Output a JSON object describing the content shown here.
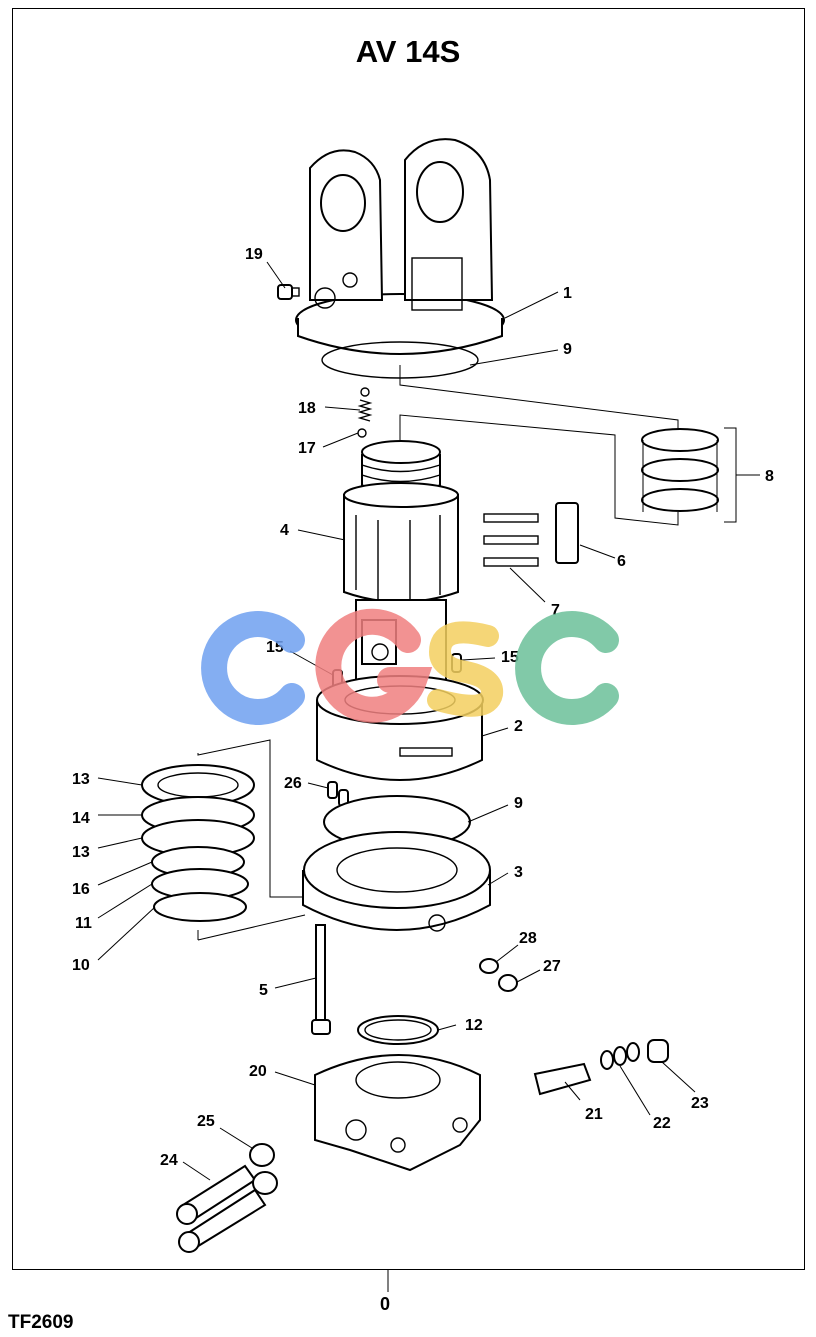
{
  "title": "AV 14S",
  "footer": {
    "reference": "0",
    "figure_code": "TF2609"
  },
  "watermark": {
    "text": "CGSC",
    "colors": [
      "#6fa0f0",
      "#f08080",
      "#f4d060",
      "#6cc09a"
    ]
  },
  "callouts": [
    "1",
    "2",
    "3",
    "4",
    "5",
    "6",
    "7",
    "8",
    "9",
    "9",
    "10",
    "11",
    "12",
    "13",
    "13",
    "14",
    "15",
    "15",
    "16",
    "17",
    "18",
    "19",
    "20",
    "21",
    "22",
    "23",
    "24",
    "25",
    "26",
    "27",
    "28"
  ]
}
